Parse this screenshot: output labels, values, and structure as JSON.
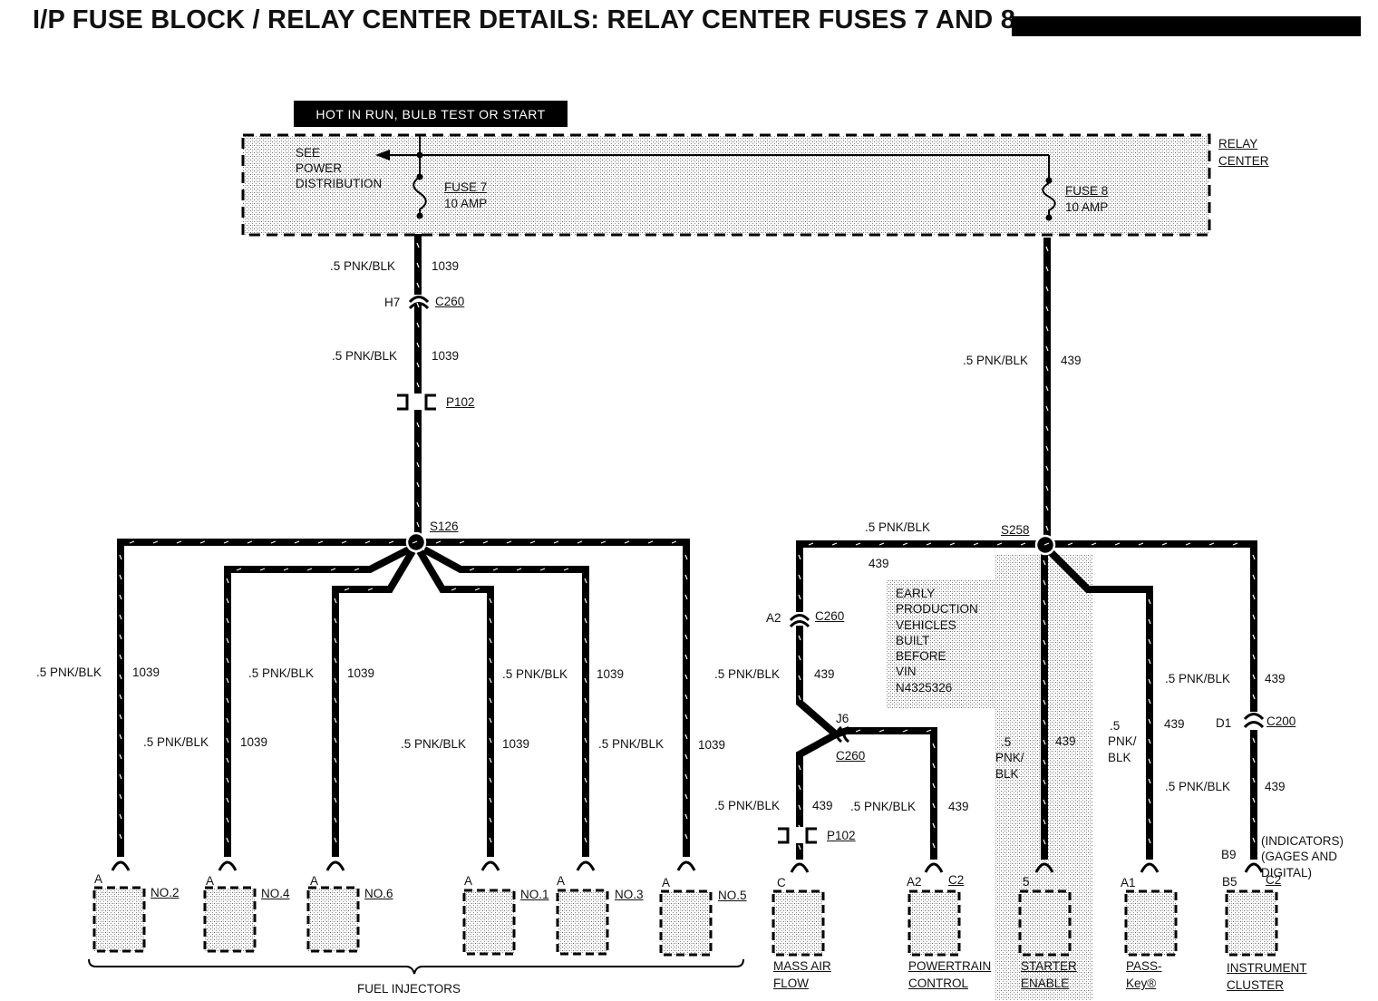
{
  "title": "I/P FUSE BLOCK / RELAY CENTER DETAILS: RELAY CENTER FUSES 7 AND 8",
  "hot_label": "HOT IN RUN, BULB TEST OR START",
  "relay_center": {
    "label_line1": "RELAY",
    "label_line2": "CENTER",
    "see_line1": "SEE",
    "see_line2": "POWER",
    "see_line3": "DISTRIBUTION",
    "fuse7_name": "FUSE 7",
    "fuse7_rating": "10 AMP",
    "fuse8_name": "FUSE 8",
    "fuse8_rating": "10 AMP"
  },
  "wire": {
    "pnk_blk": ".5 PNK/BLK",
    "circuit_1039": "1039",
    "circuit_439": "439",
    "pnk_split_1": ".5",
    "pnk_split_2": "PNK/",
    "pnk_split_3": "BLK"
  },
  "connectors": {
    "h7": "H7",
    "c260": "C260",
    "p102": "P102",
    "s126": "S126",
    "s258": "S258",
    "a2": "A2",
    "j6": "J6",
    "d1": "D1",
    "c200": "C200",
    "b9": "B9",
    "b5": "B5",
    "c2": "C2",
    "pin_a": "A",
    "pin_c": "C",
    "pin_5": "5",
    "pin_a1": "A1"
  },
  "note": {
    "line1": "EARLY",
    "line2": "PRODUCTION",
    "line3": "VEHICLES",
    "line4": "BUILT",
    "line5": "BEFORE",
    "line6": "VIN",
    "line7": "N4325326"
  },
  "injectors": {
    "group_label": "FUEL INJECTORS",
    "no2": "NO.2",
    "no4": "NO.4",
    "no6": "NO.6",
    "no1": "NO.1",
    "no3": "NO.3",
    "no5": "NO.5"
  },
  "components": {
    "maf_line1": "MASS AIR",
    "maf_line2": "FLOW",
    "pcm_line1": "POWERTRAIN",
    "pcm_line2": "CONTROL",
    "starter_line1": "STARTER",
    "starter_line2": "ENABLE",
    "passkey_line1": "PASS-",
    "passkey_line2": "Key®",
    "cluster_line1": "INSTRUMENT",
    "cluster_line2": "CLUSTER",
    "indicators_line1": "(INDICATORS)",
    "indicators_line2": "(GAGES AND",
    "indicators_line3": "DIGITAL)"
  }
}
